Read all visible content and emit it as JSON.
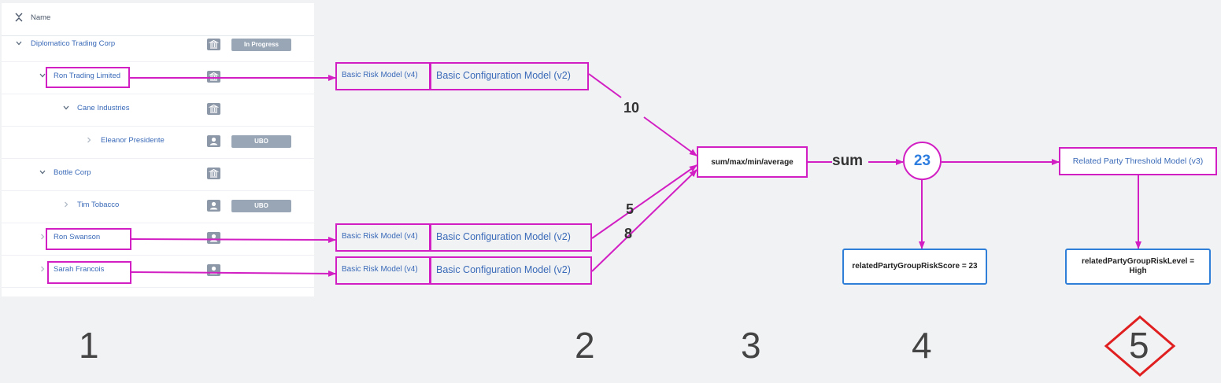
{
  "tree": {
    "header_label": "Name",
    "rows": [
      {
        "name": "Diplomatico Trading Corp",
        "badge": "In Progress"
      },
      {
        "name": "Ron Trading Limited",
        "badge": ""
      },
      {
        "name": "Cane Industries",
        "badge": ""
      },
      {
        "name": "Eleanor Presidente",
        "badge": "UBO"
      },
      {
        "name": "Bottle Corp",
        "badge": ""
      },
      {
        "name": "Tim Tobacco",
        "badge": "UBO"
      },
      {
        "name": "Ron Swanson",
        "badge": ""
      },
      {
        "name": "Sarah Francois",
        "badge": ""
      }
    ]
  },
  "models": [
    {
      "risk_model": "Basic Risk Model (v4)",
      "config_model": "Basic Configuration Model (v2)",
      "score": "10"
    },
    {
      "risk_model": "Basic Risk Model (v4)",
      "config_model": "Basic Configuration Model (v2)",
      "score": "5"
    },
    {
      "risk_model": "Basic Risk Model (v4)",
      "config_model": "Basic Configuration Model (v2)",
      "score": "8"
    }
  ],
  "aggregation": {
    "label": "sum/max/min/average",
    "selected": "sum"
  },
  "group_score": {
    "value": "23",
    "result_label": "relatedPartyGroupRiskScore = 23"
  },
  "threshold": {
    "model": "Related Party Threshold Model (v3)",
    "result_label": "relatedPartyGroupRiskLevel = High"
  },
  "steps": [
    "1",
    "2",
    "3",
    "4",
    "5"
  ],
  "colors": {
    "highlight": "#d21fc3",
    "link_text": "#3a6ab8",
    "result_border": "#2f7fd8",
    "score_text": "#2e7ee0",
    "step_marker": "#e02020"
  }
}
